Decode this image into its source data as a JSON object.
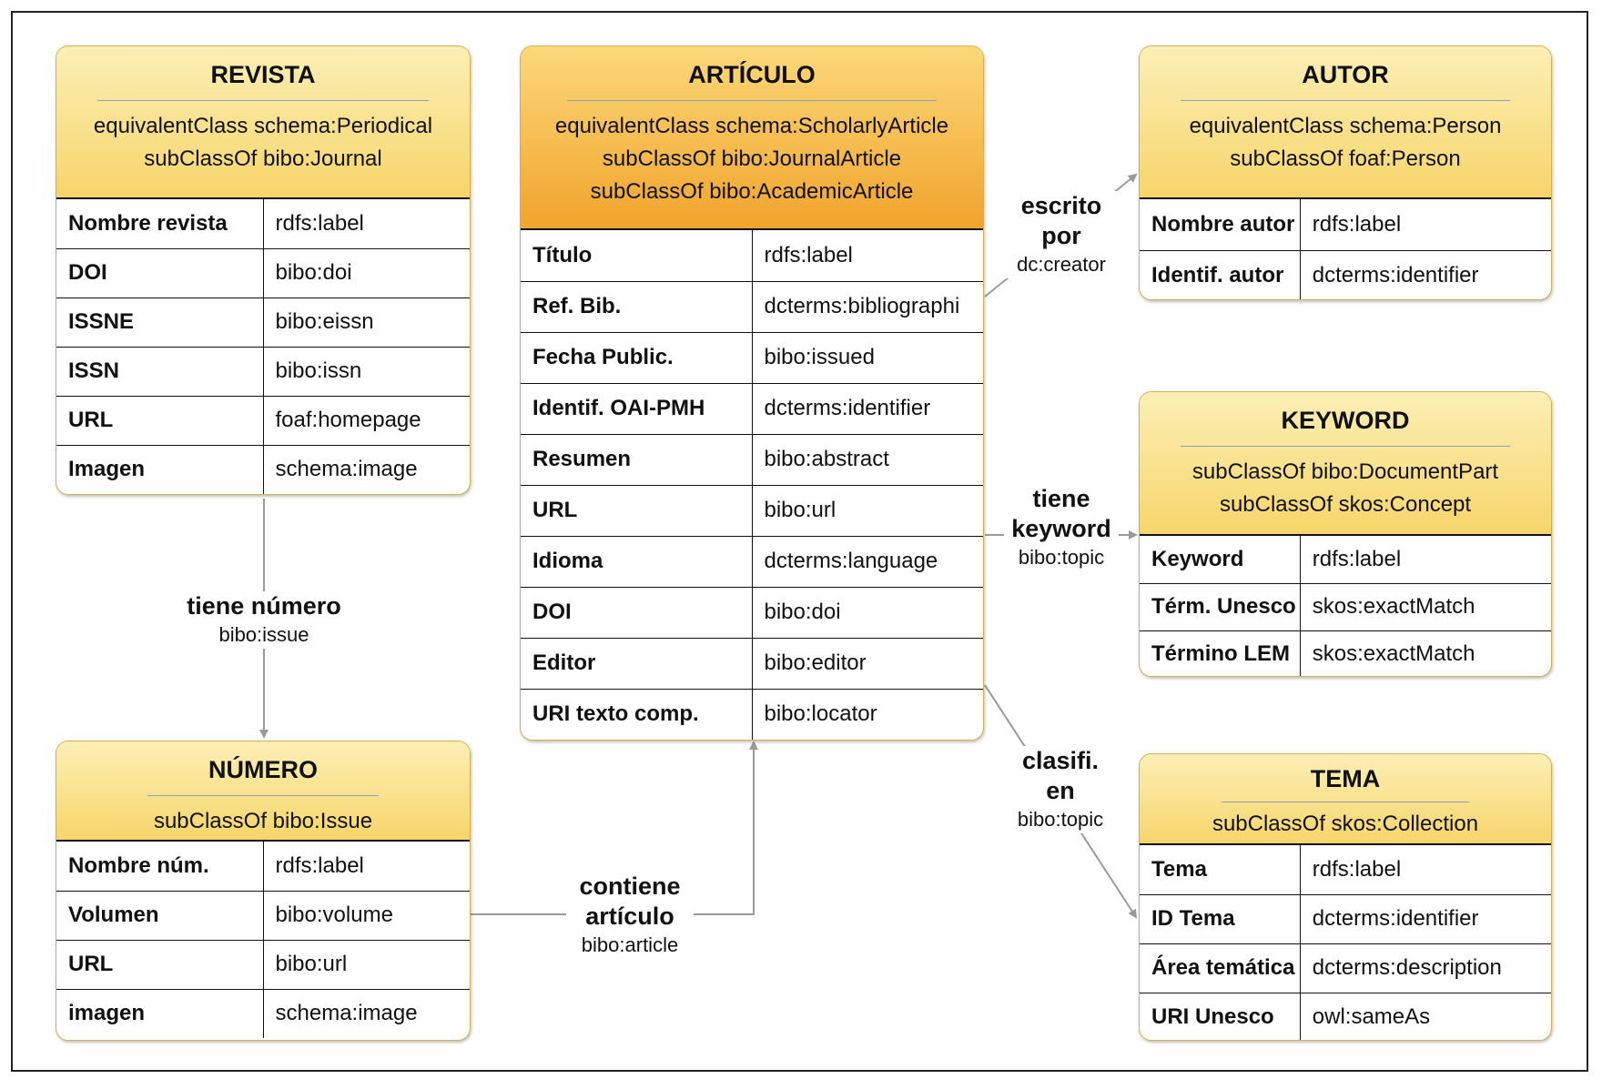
{
  "entities": {
    "revista": {
      "name": "REVISTA",
      "descriptions": [
        "equivalentClass schema:Periodical",
        "subClassOf bibo:Journal"
      ],
      "rows": [
        {
          "key": "Nombre revista",
          "value": "rdfs:label"
        },
        {
          "key": "DOI",
          "value": "bibo:doi"
        },
        {
          "key": "ISSNE",
          "value": "bibo:eissn"
        },
        {
          "key": "ISSN",
          "value": "bibo:issn"
        },
        {
          "key": "URL",
          "value": "foaf:homepage"
        },
        {
          "key": "Imagen",
          "value": "schema:image"
        }
      ]
    },
    "articulo": {
      "name": "ARTÍCULO",
      "descriptions": [
        "equivalentClass schema:ScholarlyArticle",
        "subClassOf  bibo:JournalArticle",
        "subClassOf  bibo:AcademicArticle"
      ],
      "rows": [
        {
          "key": "Título",
          "value": "rdfs:label"
        },
        {
          "key": "Ref. Bib.",
          "value": "dcterms:bibliographi"
        },
        {
          "key": "Fecha Public.",
          "value": "bibo:issued"
        },
        {
          "key": "Identif. OAI-PMH",
          "value": "dcterms:identifier"
        },
        {
          "key": "Resumen",
          "value": "bibo:abstract"
        },
        {
          "key": "URL",
          "value": "bibo:url"
        },
        {
          "key": "Idioma",
          "value": "dcterms:language"
        },
        {
          "key": "DOI",
          "value": "bibo:doi"
        },
        {
          "key": "Editor",
          "value": "bibo:editor"
        },
        {
          "key": "URI texto comp.",
          "value": "bibo:locator"
        }
      ]
    },
    "autor": {
      "name": "AUTOR",
      "descriptions": [
        "equivalentClass schema:Person",
        "subClassOf foaf:Person"
      ],
      "rows": [
        {
          "key": "Nombre autor",
          "value": "rdfs:label"
        },
        {
          "key": "Identif. autor",
          "value": "dcterms:identifier"
        }
      ]
    },
    "keyword": {
      "name": "KEYWORD",
      "descriptions": [
        "subClassOf bibo:DocumentPart",
        "subClassOf skos:Concept"
      ],
      "rows": [
        {
          "key": "Keyword",
          "value": "rdfs:label"
        },
        {
          "key": "Térm. Unesco",
          "value": "skos:exactMatch"
        },
        {
          "key": "Término LEM",
          "value": "skos:exactMatch"
        }
      ]
    },
    "numero": {
      "name": "NÚMERO",
      "descriptions": [
        "subClassOf bibo:Issue"
      ],
      "rows": [
        {
          "key": "Nombre núm.",
          "value": "rdfs:label"
        },
        {
          "key": "Volumen",
          "value": "bibo:volume"
        },
        {
          "key": "URL",
          "value": "bibo:url"
        },
        {
          "key": "imagen",
          "value": "schema:image"
        }
      ]
    },
    "tema": {
      "name": "TEMA",
      "descriptions": [
        "subClassOf skos:Collection"
      ],
      "rows": [
        {
          "key": "Tema",
          "value": "rdfs:label"
        },
        {
          "key": "ID Tema",
          "value": "dcterms:identifier"
        },
        {
          "key": "Área temática",
          "value": "dcterms:description"
        },
        {
          "key": "URI Unesco",
          "value": "owl:sameAs"
        }
      ]
    }
  },
  "relations": {
    "tiene_numero": {
      "name": "tiene número",
      "property": "bibo:issue"
    },
    "escrito_por": {
      "name": "escrito por",
      "property": "dc:creator"
    },
    "tiene_keyword": {
      "name": "tiene keyword",
      "property": "bibo:topic"
    },
    "clasifi_en": {
      "name": "clasifi. en",
      "property": "bibo:topic"
    },
    "contiene_articulo": {
      "name": "contiene artículo",
      "property": "bibo:article"
    }
  },
  "colors": {
    "entity_header": "#f6d56a",
    "main_entity_header": "#f0a42c",
    "connector": "#9a9a9a",
    "border": "#111111"
  }
}
